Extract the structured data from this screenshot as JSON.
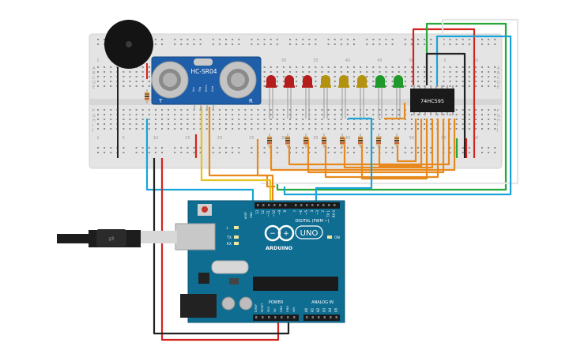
{
  "sensor": {
    "label": "HC-SR04",
    "pins": [
      "Vcc",
      "Trig",
      "Echo",
      "Gnd"
    ],
    "marks": [
      "T",
      "R"
    ]
  },
  "shift_register": {
    "label": "74HC595"
  },
  "arduino": {
    "brand": "ARDUINO",
    "model": "UNO",
    "digital_header_label": "DIGITAL (PWM ~)",
    "power_label": "POWER",
    "analog_label": "ANALOG IN",
    "aref": "AREF",
    "gnd": "GND",
    "digital_pins": [
      "13",
      "12",
      "~11",
      "~10",
      "~9",
      "8",
      "7",
      "~6",
      "~5",
      "4",
      "~3",
      "2",
      "TX 1",
      "RX 0"
    ],
    "power_pins": [
      "IOREF",
      "RESET",
      "3V3",
      "5V",
      "GND",
      "GND",
      "VIN"
    ],
    "analog_pins": [
      "A0",
      "A1",
      "A2",
      "A3",
      "A4",
      "A5"
    ],
    "leds": [
      "L",
      "TX",
      "RX",
      "ON"
    ]
  },
  "breadboard": {
    "column_numbers": [
      "1",
      "5",
      "10",
      "15",
      "20",
      "25",
      "30",
      "35",
      "40",
      "45",
      "50",
      "55",
      "60"
    ],
    "row_letters": [
      "A",
      "B",
      "C",
      "D",
      "E",
      "F",
      "G",
      "H",
      "I",
      "J"
    ]
  },
  "led_colors": [
    "#b51d1d",
    "#b51d1d",
    "#b51d1d",
    "#b3920f",
    "#b3920f",
    "#b3920f",
    "#1f9a2a",
    "#1f9a2a"
  ],
  "wire_colors": {
    "red": "#d3231f",
    "black": "#222222",
    "green": "#27a83a",
    "blue": "#1aa3d8",
    "orange": "#e8891c",
    "yellow": "#e8c11c",
    "white": "#e6e6e6"
  }
}
